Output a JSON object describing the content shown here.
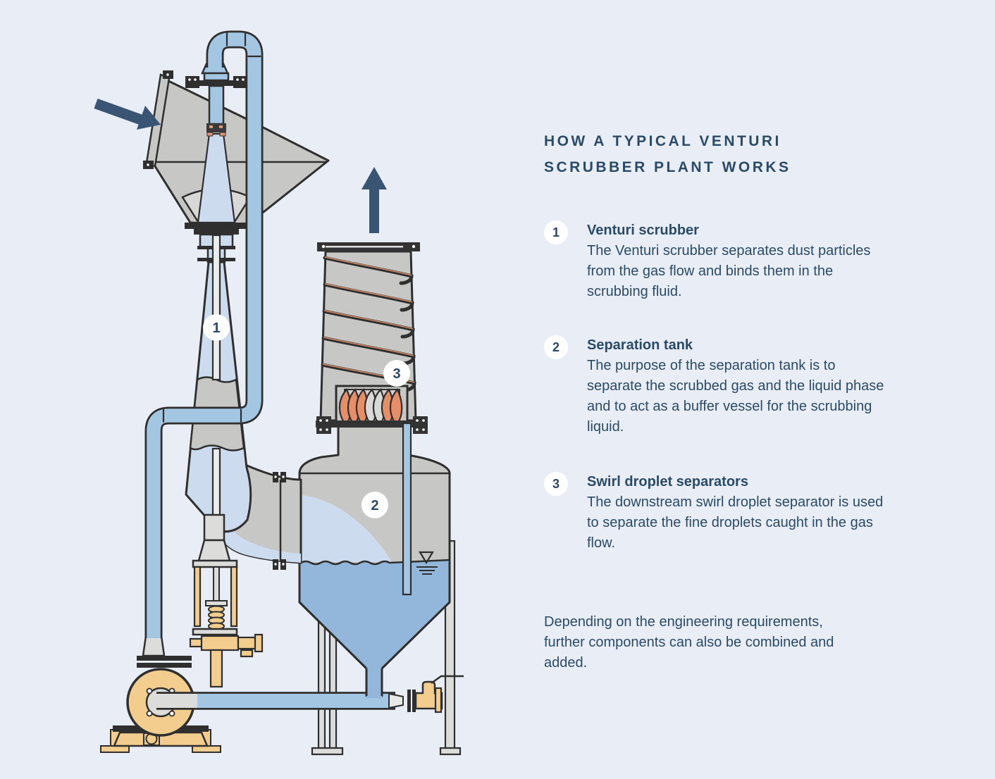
{
  "title": {
    "line1": "HOW A TYPICAL VENTURI",
    "line2": "SCRUBBER PLANT WORKS"
  },
  "legend": {
    "items": [
      {
        "number": "1",
        "heading": "Venturi scrubber",
        "body": "The Venturi scrubber separates dust particles from the gas flow and binds them in the scrubbing fluid."
      },
      {
        "number": "2",
        "heading": "Separation tank",
        "body": "The purpose of the separation tank is to separate the scrubbed gas and the liquid phase and to act as a buffer vessel for the scrubbing liquid."
      },
      {
        "number": "3",
        "heading": "Swirl droplet separators",
        "body": "The downstream swirl droplet separator is used to separate the fine droplets caught in the gas flow."
      }
    ],
    "footer": "Depending on the engineering requirements, further components can also be combined and added."
  },
  "diagram": {
    "labels": {
      "venturi_scrubber": "1",
      "separation_tank": "2",
      "swirl_separator": "3"
    },
    "icons": {
      "inlet_arrow": "gas-inlet-arrow",
      "outlet_arrow": "clean-gas-outlet-arrow"
    }
  },
  "colors": {
    "background": "#e9eef6",
    "diagram_outline": "#2f2f2f",
    "navy_text": "#2b4a68",
    "arrow_navy": "#3a5574",
    "pipe_blue": "#a3c6e2",
    "liquid_blue": "#92b7da",
    "flow_light_blue": "#ccdcee",
    "metal_gray": "#c7c8c6",
    "metal_light": "#dcdddb",
    "pump_tan": "#f2cd8e",
    "vane_salmon": "#e68e68",
    "label_circle": "#ffffff"
  }
}
